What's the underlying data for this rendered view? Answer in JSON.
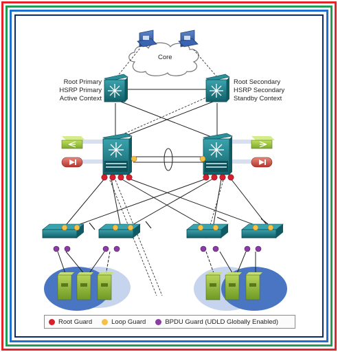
{
  "core": {
    "label": "Core"
  },
  "left_switch": {
    "lines": [
      "Root Primary",
      "HSRP Primary",
      "Active Context"
    ]
  },
  "right_switch": {
    "lines": [
      "Root Secondary",
      "HSRP Secondary",
      "Standby Context"
    ]
  },
  "legend": {
    "items": [
      {
        "label": "Root Guard",
        "color": "#d7202e"
      },
      {
        "label": "Loop Guard",
        "color": "#f5c04a"
      },
      {
        "label": "BPDU Guard (UDLD Globally Enabled)",
        "color": "#8a3ca0"
      }
    ]
  },
  "colors": {
    "device_teal": "#1b7c87",
    "server_green": "#8fb63a",
    "root_guard": "#d7202e",
    "loop_guard": "#f5c04a",
    "bpdu_guard": "#8a3ca0"
  }
}
